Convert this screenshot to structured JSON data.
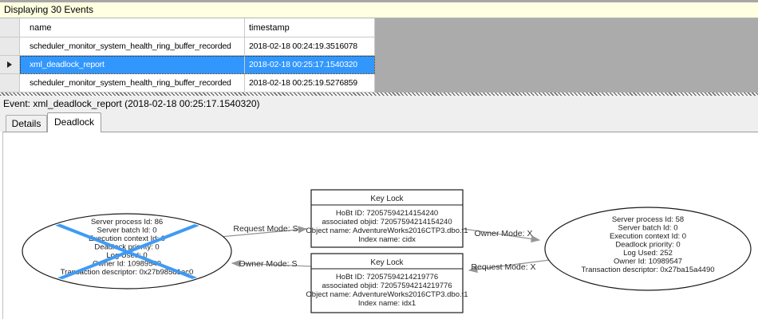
{
  "info_bar": {
    "text": "Displaying 30 Events"
  },
  "events_grid": {
    "columns": {
      "name": "name",
      "timestamp": "timestamp"
    },
    "rows": [
      {
        "name": "scheduler_monitor_system_health_ring_buffer_recorded",
        "timestamp": "2018-02-18 00:24:19.3516078"
      },
      {
        "name": "xml_deadlock_report",
        "timestamp": "2018-02-18 00:25:17.1540320"
      },
      {
        "name": "scheduler_monitor_system_health_ring_buffer_recorded",
        "timestamp": "2018-02-18 00:25:19.5276859"
      }
    ],
    "selected_row_index": 1
  },
  "event_detail": {
    "header": "Event: xml_deadlock_report (2018-02-18 00:25:17.1540320)"
  },
  "tabs": {
    "details": "Details",
    "deadlock": "Deadlock",
    "active": "Deadlock"
  },
  "deadlock_graph": {
    "victim_process": {
      "lines": [
        "Server process Id: 86",
        "Server batch Id: 0",
        "Execution context Id: 0",
        "Deadlock priority: 0",
        "Log Used: 0",
        "Owner Id: 10989549",
        "Transaction descriptor: 0x27b985d1ac0"
      ]
    },
    "other_process": {
      "lines": [
        "Server process Id: 58",
        "Server batch Id: 0",
        "Execution context Id: 0",
        "Deadlock priority: 0",
        "Log Used: 252",
        "Owner Id: 10989547",
        "Transaction descriptor: 0x27ba15a4490"
      ]
    },
    "resource_top": {
      "title": "Key Lock",
      "lines": [
        "HoBt ID: 72057594214154240",
        "associated objid: 72057594214154240",
        "Object name: AdventureWorks2016CTP3.dbo.t1",
        "Index name: cidx"
      ]
    },
    "resource_bottom": {
      "title": "Key Lock",
      "lines": [
        "HoBt ID: 72057594214219776",
        "associated objid: 72057594214219776",
        "Object name: AdventureWorks2016CTP3.dbo.t1",
        "Index name: idx1"
      ]
    },
    "edges": {
      "request_s": "Request Mode: S",
      "owner_s": "Owner Mode: S",
      "owner_x": "Owner Mode: X",
      "request_x": "Request Mode: X"
    }
  },
  "colors": {
    "selection": "#3297fd",
    "selection_text": "#ffffff",
    "victim_cross": "#3e9bf4",
    "edge_color": "#969696",
    "info_bar_bg": "#ffffe1",
    "grid_bg": "#ababab",
    "panel_bg": "#efefef"
  }
}
